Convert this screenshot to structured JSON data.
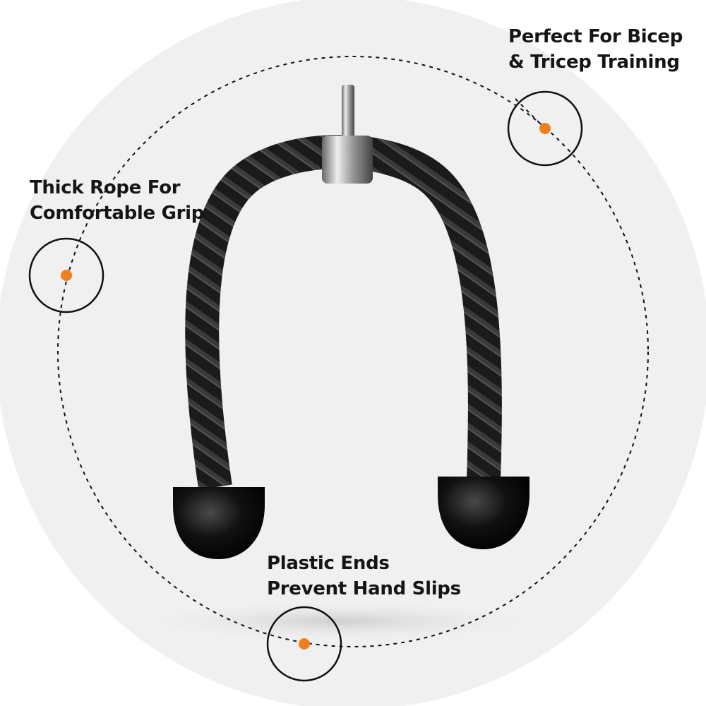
{
  "colors": {
    "background_circle": "#f0f0f0",
    "marker_dot": "#f07f1e",
    "rope": "#1a1a1a",
    "text": "#151515"
  },
  "callouts": [
    {
      "id": "bicep-tricep",
      "lines": [
        "Perfect For Bicep",
        "& Tricep Training"
      ]
    },
    {
      "id": "thick-rope",
      "lines": [
        "Thick Rope For",
        "Comfortable Grip"
      ]
    },
    {
      "id": "plastic-ends",
      "lines": [
        "Plastic Ends",
        "Prevent Hand Slips"
      ]
    }
  ]
}
